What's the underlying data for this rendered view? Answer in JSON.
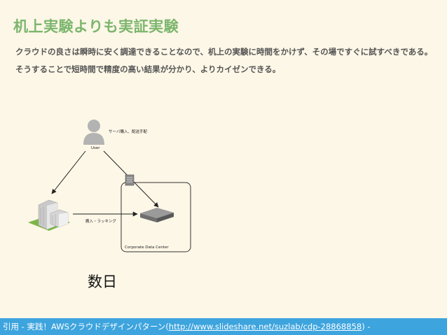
{
  "title": "机上実験よりも実証実験",
  "lead": "クラウドの良さは瞬時に安く調達できることなので、机上の実験に時間をかけず、その場ですぐに試すべきである。そうすることで短時間で精度の高い結果が分かり、よりカイゼンできる。",
  "diagram": {
    "user_label": "User",
    "server_order_label": "サーバ購入、配送手配",
    "install_label": "搬入・ラッキング",
    "datacenter_label": "Corporate Data Center"
  },
  "duration": "数日",
  "footer": {
    "prefix": "引用 - 実践！AWSクラウドデザインパターン(",
    "link_text": "http://www.slideshare.net/suzlab/cdp-28868858",
    "suffix": ") -"
  },
  "colors": {
    "title": "#7cb66d",
    "background": "#fdf7e7",
    "footer": "#3da4de"
  }
}
